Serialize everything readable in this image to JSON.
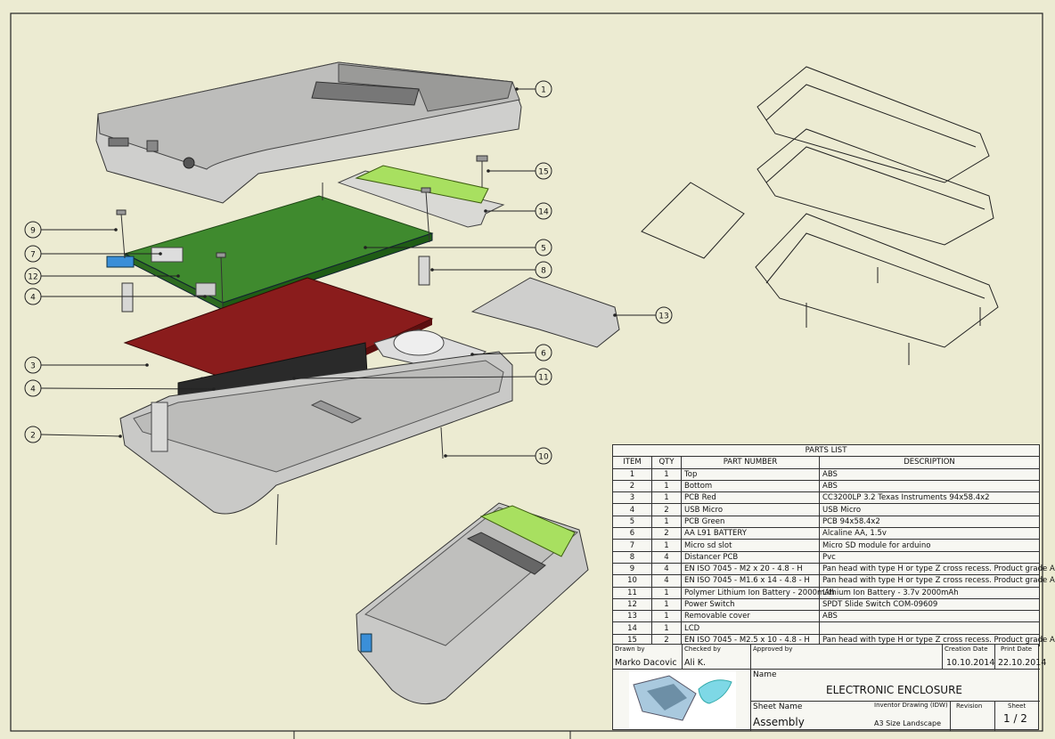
{
  "balloons": [
    "1",
    "2",
    "3",
    "4",
    "4",
    "5",
    "6",
    "7",
    "8",
    "9",
    "10",
    "11",
    "12",
    "13",
    "14",
    "15"
  ],
  "parts_list": {
    "title": "PARTS LIST",
    "headers": [
      "ITEM",
      "QTY",
      "PART NUMBER",
      "DESCRIPTION"
    ],
    "rows": [
      [
        "1",
        "1",
        "Top",
        "ABS"
      ],
      [
        "2",
        "1",
        "Bottom",
        "ABS"
      ],
      [
        "3",
        "1",
        "PCB Red",
        "CC3200LP 3.2 Texas Instruments 94x58.4x2"
      ],
      [
        "4",
        "2",
        "USB Micro",
        "USB Micro"
      ],
      [
        "5",
        "1",
        "PCB Green",
        "PCB 94x58.4x2"
      ],
      [
        "6",
        "2",
        "AA L91 BATTERY",
        "Alcaline AA, 1.5v"
      ],
      [
        "7",
        "1",
        "Micro sd slot",
        "Micro SD module for arduino"
      ],
      [
        "8",
        "4",
        "Distancer PCB",
        "Pvc"
      ],
      [
        "9",
        "4",
        "EN ISO 7045 - M2 x 20 - 4.8 - H",
        "Pan head with type H or type Z cross recess. Product grade A"
      ],
      [
        "10",
        "4",
        "EN ISO 7045 - M1.6 x 14 - 4.8 - H",
        "Pan head with type H or type Z cross recess. Product grade A"
      ],
      [
        "11",
        "1",
        "Polymer Lithium Ion Battery - 2000mAh",
        "Lithium Ion Battery - 3.7v 2000mAh"
      ],
      [
        "12",
        "1",
        "Power Switch",
        "SPDT Slide Switch COM-09609"
      ],
      [
        "13",
        "1",
        "Removable cover",
        "ABS"
      ],
      [
        "14",
        "1",
        "LCD",
        ""
      ],
      [
        "15",
        "2",
        "EN ISO 7045 - M2.5 x 10 - 4.8 - H",
        "Pan head with type H or type Z cross recess. Product grade A"
      ]
    ]
  },
  "title_block": {
    "drawn_by_label": "Drawn by",
    "drawn_by": "Marko Dacovic",
    "checked_by_label": "Checked by",
    "checked_by": "Ali K.",
    "approved_by_label": "Approved by",
    "approved_by": "",
    "creation_date_label": "Creation Date",
    "creation_date": "10.10.2014",
    "print_date_label": "Print Date",
    "print_date": "22.10.2014",
    "name_label": "Name",
    "name": "ELECTRONIC ENCLOSURE",
    "sheet_name_label": "Sheet Name",
    "sheet_name": "Assembly",
    "drawing_type": "Inventor Drawing (IDW)",
    "format": "A3 Size Landscape",
    "revision_label": "Revision",
    "revision": "",
    "sheet_label": "Sheet",
    "sheet": "1 / 2"
  },
  "colors": {
    "background": "#ecebd2",
    "pcb_green": "#3f8a2e",
    "pcb_red": "#8a1c1c",
    "lcd": "#a8e060",
    "enclosure": "#c9c9c7"
  }
}
